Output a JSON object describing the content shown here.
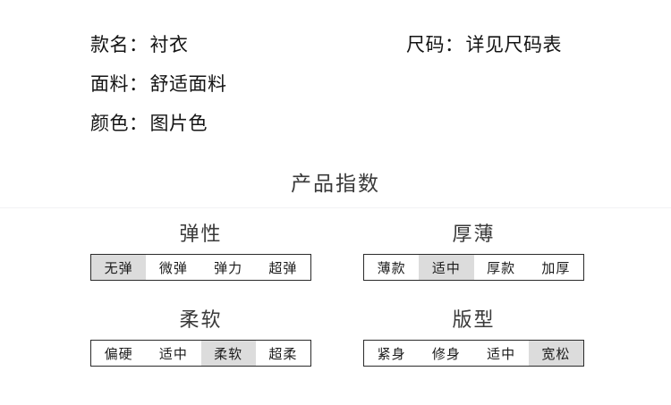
{
  "spec": {
    "rows": [
      {
        "left": {
          "label": "款名：",
          "value": "衬衣"
        },
        "right": {
          "label": "尺码：",
          "value": "详见尺码表"
        }
      },
      {
        "left": {
          "label": "面料：",
          "value": "舒适面料"
        },
        "right": null
      },
      {
        "left": {
          "label": "颜色：",
          "value": "图片色"
        },
        "right": null
      }
    ]
  },
  "index_section": {
    "heading": "产品指数",
    "groups": [
      {
        "title": "弹性",
        "options": [
          "无弹",
          "微弹",
          "弹力",
          "超弹"
        ],
        "selected_index": 0,
        "selected_value": "无弹"
      },
      {
        "title": "厚薄",
        "options": [
          "薄款",
          "适中",
          "厚款",
          "加厚"
        ],
        "selected_index": 1,
        "selected_value": "适中"
      },
      {
        "title": "柔软",
        "options": [
          "偏硬",
          "适中",
          "柔软",
          "超柔"
        ],
        "selected_index": 2,
        "selected_value": "柔软"
      },
      {
        "title": "版型",
        "options": [
          "紧身",
          "修身",
          "适中",
          "宽松"
        ],
        "selected_index": 3,
        "selected_value": "宽松"
      }
    ]
  },
  "colors": {
    "text": "#1c1c1c",
    "muted_text": "#3a3a3a",
    "bar_border": "#2b2b2b",
    "active_fill": "#dcdcdc",
    "divider": "#f2f2f4",
    "background": "#ffffff"
  }
}
